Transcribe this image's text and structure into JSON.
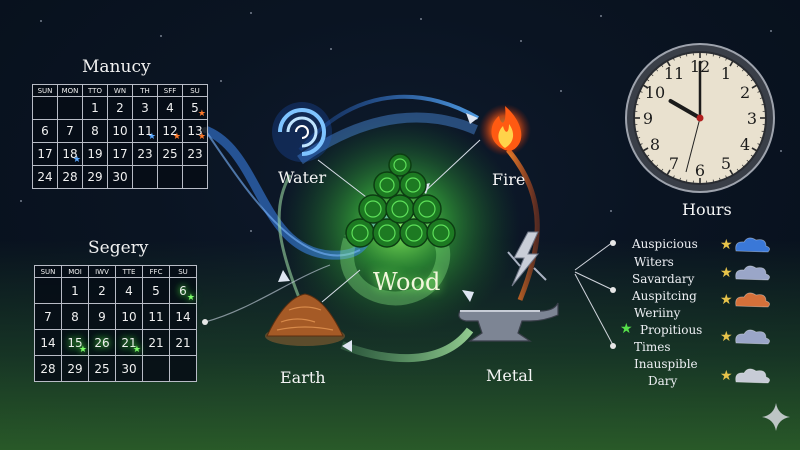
{
  "calendars": [
    {
      "title": "Manucy",
      "headers": [
        "SUN",
        "MON",
        "TTO",
        "WN",
        "TH",
        "SFF",
        "SU"
      ],
      "rows": [
        [
          "",
          "",
          "1",
          "2",
          "3",
          "4",
          "5"
        ],
        [
          "6",
          "7",
          "8",
          "10",
          "11",
          "12",
          "13"
        ],
        [
          "17",
          "18",
          "19",
          "17",
          "23",
          "25",
          "23"
        ],
        [
          "24",
          "28",
          "29",
          "30",
          "",
          "",
          ""
        ]
      ]
    },
    {
      "title": "Segery",
      "headers": [
        "SUN",
        "MOI",
        "IWV",
        "TTE",
        "FFC",
        "SU"
      ],
      "rows": [
        [
          "",
          "1",
          "2",
          "4",
          "5",
          "6"
        ],
        [
          "7",
          "8",
          "9",
          "10",
          "11",
          "14"
        ],
        [
          "14",
          "15",
          "26",
          "21",
          "21",
          "21"
        ],
        [
          "28",
          "29",
          "25",
          "30",
          "",
          ""
        ]
      ]
    }
  ],
  "elements": {
    "water": "Water",
    "fire": "Fire",
    "wood": "Wood",
    "earth": "Earth",
    "metal": "Metal"
  },
  "clock": {
    "label": "Hours",
    "numerals": [
      "12",
      "1",
      "2",
      "3",
      "4",
      "5",
      "6",
      "7",
      "8",
      "9",
      "10",
      "11"
    ],
    "time": "10:00"
  },
  "legend": [
    {
      "text": "Auspicious",
      "icon": "star-cloud-icon",
      "color": "#3a78d8"
    },
    {
      "text": "Witers",
      "icon": "",
      "color": ""
    },
    {
      "text": "Savardary",
      "icon": "star-cloud-icon",
      "color": "#9aa6c8"
    },
    {
      "text": "Auspitcing",
      "icon": "star-cloud-icon",
      "color": "#d4703a"
    },
    {
      "text": "Weriiny",
      "icon": "",
      "color": ""
    },
    {
      "text": "Propitious",
      "icon": "star-cloud-icon",
      "color": "#9aa6c8"
    },
    {
      "text": "Times",
      "icon": "",
      "color": ""
    },
    {
      "text": "Inauspible",
      "icon": "star-cloud-icon",
      "color": "#c7cbd6"
    },
    {
      "text": "Dary",
      "icon": "",
      "color": ""
    }
  ],
  "colors": {
    "wood_glow": "#4ee04a",
    "water_blue": "#3d8fff",
    "fire_orange": "#ff6a1a",
    "earth_brown": "#b0612a",
    "metal_grey": "#8d94a2"
  }
}
